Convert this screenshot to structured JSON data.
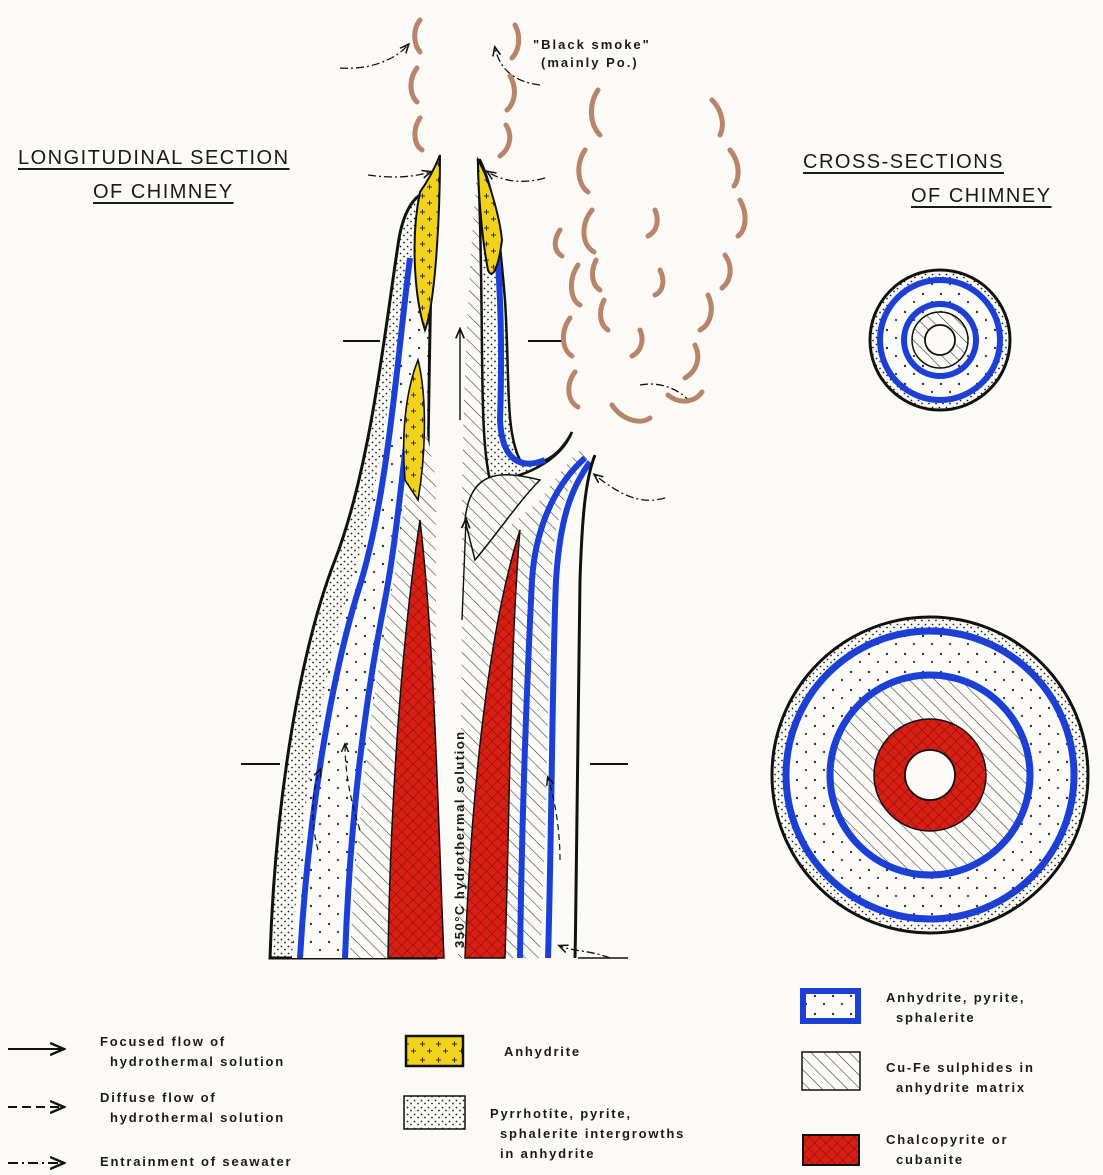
{
  "headings": {
    "longitudinal_line1": "LONGITUDINAL SECTION",
    "longitudinal_line2": "OF CHIMNEY",
    "cross_line1": "CROSS-SECTIONS",
    "cross_line2": "OF CHIMNEY"
  },
  "annotations": {
    "black_smoke_line1": "\"Black smoke\"",
    "black_smoke_line2": "(mainly Po.)",
    "vertical_label": "350°C hydrothermal solution"
  },
  "legend": {
    "flows": [
      {
        "line1": "Focused flow of",
        "line2": "hydrothermal solution",
        "style": "solid"
      },
      {
        "line1": "Diffuse flow of",
        "line2": "hydrothermal solution",
        "style": "dashed"
      },
      {
        "line1": "Entrainment of seawater",
        "line2": "",
        "style": "dash-dot"
      }
    ],
    "minerals_mid": [
      {
        "line1": "Anhydrite",
        "line2": "",
        "line3": "",
        "swatch": "anhydrite"
      },
      {
        "line1": "Pyrrhotite, pyrite,",
        "line2": "sphalerite intergrowths",
        "line3": "in anhydrite",
        "swatch": "stipple"
      }
    ],
    "minerals_right": [
      {
        "line1": "Anhydrite, pyrite,",
        "line2": "sphalerite",
        "swatch": "blue-rim"
      },
      {
        "line1": "Cu-Fe sulphides in",
        "line2": "anhydrite matrix",
        "swatch": "hatched"
      },
      {
        "line1": "Chalcopyrite or",
        "line2": "cubanite",
        "swatch": "crosshatch-red"
      }
    ]
  },
  "colors": {
    "anhydrite": "#f2d21a",
    "rim_blue": "#1c3fd6",
    "chalcopyrite_red": "#d91e14",
    "smoke_brown": "#b8846a",
    "outline": "#111111"
  }
}
